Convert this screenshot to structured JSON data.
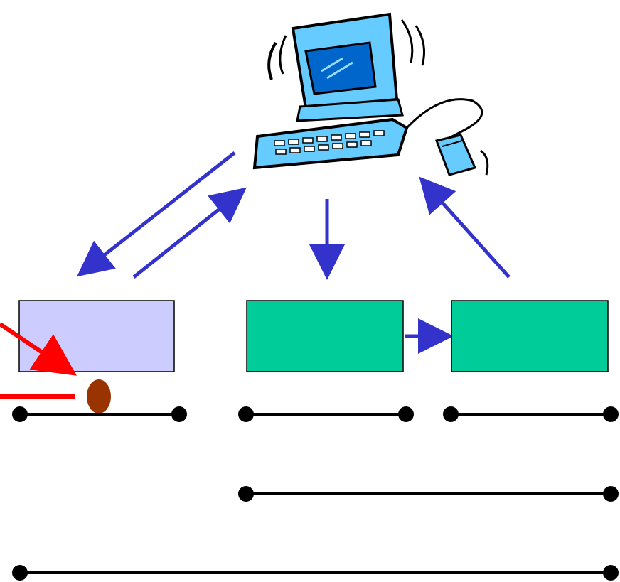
{
  "colors": {
    "background": "#ffffff",
    "flow_arrow": "#3333cc",
    "signal_arrow": "#ff0000",
    "left_box_fill": "#ccccff",
    "green_box_fill": "#00cc99",
    "box_border": "#000000",
    "line": "#000000",
    "particle": "#993300",
    "computer_body": "#66ccff",
    "computer_screen": "#0066cc"
  },
  "icons": {
    "computer": "desktop-computer-icon",
    "mouse": "computer-mouse-icon",
    "particle": "brown-oval-marker"
  },
  "boxes": [
    {
      "id": "left-box",
      "fill": "#ccccff"
    },
    {
      "id": "middle-box",
      "fill": "#00cc99"
    },
    {
      "id": "right-box",
      "fill": "#00cc99"
    }
  ]
}
